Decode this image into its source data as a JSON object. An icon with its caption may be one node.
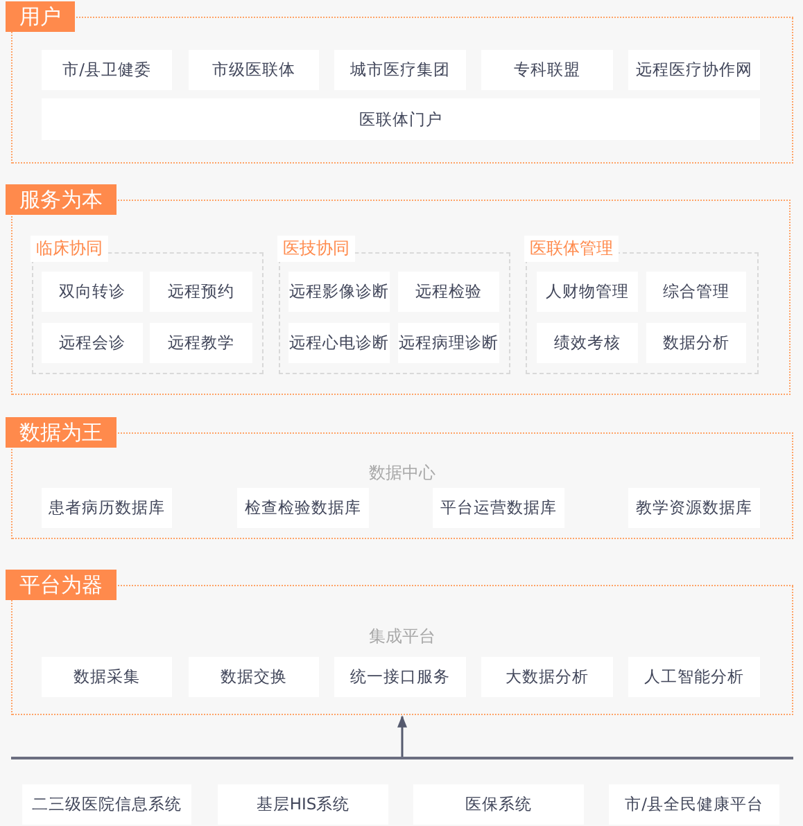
{
  "diagram": {
    "nodes": [
      {
        "text": [
          "用户"
        ]
      },
      {
        "text": [
          "市/县卫健委"
        ],
        "in": 0
      },
      {
        "text": [
          "市级医联体"
        ],
        "in": 0
      },
      {
        "text": [
          "城市医疗集团"
        ],
        "in": 0
      },
      {
        "text": [
          "专科联盟"
        ],
        "in": 0
      },
      {
        "text": [
          "远程医疗协作网"
        ],
        "in": 0
      },
      {
        "text": [
          "医联体门户"
        ],
        "in": 0
      },
      {
        "text": [
          "服务为本"
        ]
      },
      {
        "text": [
          "临床协同"
        ],
        "in": 7
      },
      {
        "text": [
          "双向转诊"
        ],
        "in": 8
      },
      {
        "text": [
          "远程预约"
        ],
        "in": 8
      },
      {
        "text": [
          "远程会诊"
        ],
        "in": 8
      },
      {
        "text": [
          "远程教学"
        ],
        "in": 8
      },
      {
        "text": [
          "医技协同"
        ],
        "in": 7
      },
      {
        "text": [
          "远程影像诊断"
        ],
        "in": 13
      },
      {
        "text": [
          "远程检验"
        ],
        "in": 13
      },
      {
        "text": [
          "远程心电诊断"
        ],
        "in": 13
      },
      {
        "text": [
          "远程病理诊断"
        ],
        "in": 13
      },
      {
        "text": [
          "医联体管理"
        ],
        "in": 7
      },
      {
        "text": [
          "人财物管理"
        ],
        "in": 18
      },
      {
        "text": [
          "综合管理"
        ],
        "in": 18
      },
      {
        "text": [
          "绩效考核"
        ],
        "in": 18
      },
      {
        "text": [
          "数据分析"
        ],
        "in": 18
      },
      {
        "text": [
          "数据为王",
          "数据中心"
        ]
      },
      {
        "text": [
          "患者病历数据库"
        ],
        "in": 23
      },
      {
        "text": [
          "检查检验数据库"
        ],
        "in": 23
      },
      {
        "text": [
          "平台运营数据库"
        ],
        "in": 23
      },
      {
        "text": [
          "教学资源数据库"
        ],
        "in": 23
      },
      {
        "text": [
          "平台为器",
          "集成平台"
        ]
      },
      {
        "text": [
          "数据采集"
        ],
        "in": 28
      },
      {
        "text": [
          "数据交换"
        ],
        "in": 28
      },
      {
        "text": [
          "统一接口服务"
        ],
        "in": 28
      },
      {
        "text": [
          "大数据分析"
        ],
        "in": 28
      },
      {
        "text": [
          "人工智能分析"
        ],
        "in": 28
      },
      {
        "text": [],
        "shape": "bar"
      },
      {
        "text": [
          "二三级医院信息系统"
        ]
      },
      {
        "text": [
          "基层HIS系统"
        ]
      },
      {
        "text": [
          "医保系统"
        ]
      },
      {
        "text": [
          "市/县全民健康平台"
        ]
      }
    ],
    "edges": [
      {
        "from": 34,
        "to": 28,
        "arrow": "to"
      }
    ]
  }
}
